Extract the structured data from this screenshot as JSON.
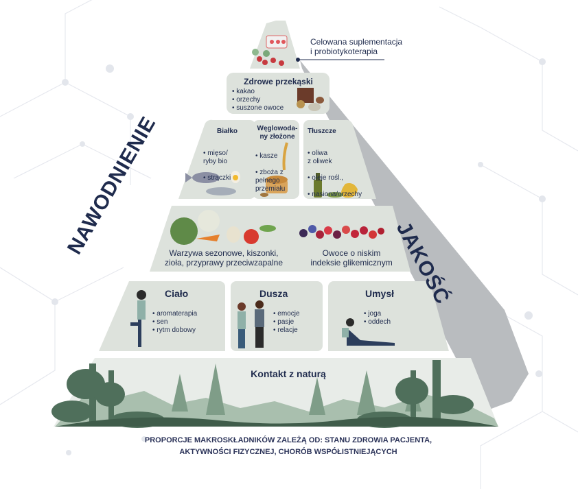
{
  "apex": {
    "label": "Celowana suplementacja\ni probiotykoterapia"
  },
  "snacks": {
    "title": "Zdrowe przekąski",
    "items": [
      "kakao",
      "orzechy",
      "suszone owoce"
    ]
  },
  "protein": {
    "title": "Białko",
    "items": [
      "mięso/\nryby bio",
      "strączki"
    ]
  },
  "carbs": {
    "title": "Węglowoda-\nny złożone",
    "items": [
      "kasze",
      "zboża z\npełnego\nprzemiału"
    ]
  },
  "fats": {
    "title": "Tłuszcze",
    "items": [
      "oliwa\nz oliwek",
      "oleje rośl.,",
      "nasiona/orzechy"
    ]
  },
  "veg": {
    "label": "Warzywa sezonowe, kiszonki,\nzioła, przyprawy przeciwzapalne"
  },
  "fruit": {
    "label": "Owoce o niskim\nindeksie glikemicznym"
  },
  "body": {
    "title": "Ciało",
    "items": [
      "aromaterapia",
      "sen",
      "rytm dobowy"
    ]
  },
  "soul": {
    "title": "Dusza",
    "items": [
      "emocje",
      "pasje",
      "relacje"
    ]
  },
  "mind": {
    "title": "Umysł",
    "items": [
      "joga",
      "oddech"
    ]
  },
  "nature": {
    "title": "Kontakt z naturą"
  },
  "side_left": "NAWODNIENIE",
  "side_right": "JAKOŚĆ",
  "footer": {
    "line1": "PROPORCJE MAKROSKŁADNIKÓW ZALEŻĄ OD: STANU ZDROWIA PACJENTA,",
    "line2": "AKTYWNOŚCI FIZYCZNEJ, CHORÓB WSPÓŁISTNIEJĄCYCH"
  },
  "colors": {
    "tier": "#dde2dc",
    "navy": "#1f2b4d",
    "forest": "#5f7d6a",
    "shadow": "#b9bcbf"
  }
}
